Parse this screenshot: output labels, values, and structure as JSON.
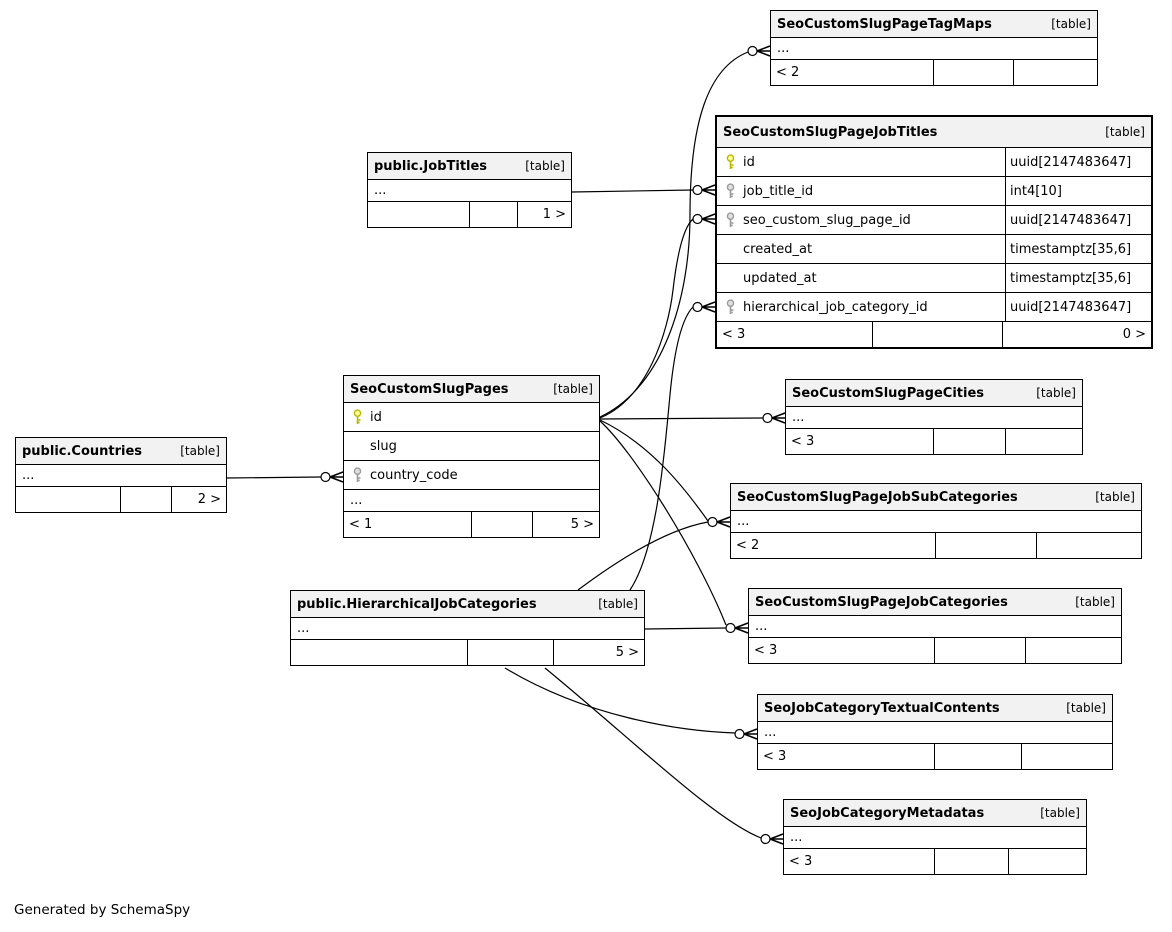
{
  "app": {
    "generator_note": "Generated by SchemaSpy"
  },
  "colors": {
    "primary_key": "#ffff99",
    "primary_key_stroke": "#b8b800",
    "foreign_key": "#e0e0e0",
    "foreign_key_stroke": "#9a9a9a",
    "header_bg": "#f2f2f2",
    "border": "#000000"
  },
  "diagram": {
    "tables": [
      {
        "id": "seo-custom-slug-page-tag-maps",
        "name": "SeoCustomSlugPageTagMaps",
        "tag": "[table]",
        "emphasized": false,
        "columns": [],
        "dots": "...",
        "footer": {
          "left": "< 2",
          "mid": "",
          "right": ""
        }
      },
      {
        "id": "seo-custom-slug-page-job-titles",
        "name": "SeoCustomSlugPageJobTitles",
        "tag": "[table]",
        "emphasized": true,
        "columns": [
          {
            "name": "id",
            "type": "uuid[2147483647]",
            "key": "pk"
          },
          {
            "name": "job_title_id",
            "type": "int4[10]",
            "key": "fk"
          },
          {
            "name": "seo_custom_slug_page_id",
            "type": "uuid[2147483647]",
            "key": "fk"
          },
          {
            "name": "created_at",
            "type": "timestamptz[35,6]",
            "key": null
          },
          {
            "name": "updated_at",
            "type": "timestamptz[35,6]",
            "key": null
          },
          {
            "name": "hierarchical_job_category_id",
            "type": "uuid[2147483647]",
            "key": "fk"
          }
        ],
        "dots": null,
        "footer": {
          "left": "< 3",
          "mid": "",
          "right": "0 >"
        }
      },
      {
        "id": "public-job-titles",
        "name": "public.JobTitles",
        "tag": "[table]",
        "emphasized": false,
        "columns": [],
        "dots": "...",
        "footer": {
          "left": "",
          "mid": "",
          "right": "1 >"
        }
      },
      {
        "id": "seo-custom-slug-pages",
        "name": "SeoCustomSlugPages",
        "tag": "[table]",
        "emphasized": false,
        "columns": [
          {
            "name": "id",
            "type": null,
            "key": "pk"
          },
          {
            "name": "slug",
            "type": null,
            "key": null
          },
          {
            "name": "country_code",
            "type": null,
            "key": "fk"
          }
        ],
        "dots": "...",
        "footer": {
          "left": "< 1",
          "mid": "",
          "right": "5 >"
        }
      },
      {
        "id": "public-countries",
        "name": "public.Countries",
        "tag": "[table]",
        "emphasized": false,
        "columns": [],
        "dots": "...",
        "footer": {
          "left": "",
          "mid": "",
          "right": "2 >"
        }
      },
      {
        "id": "seo-custom-slug-page-cities",
        "name": "SeoCustomSlugPageCities",
        "tag": "[table]",
        "emphasized": false,
        "columns": [],
        "dots": "...",
        "footer": {
          "left": "< 3",
          "mid": "",
          "right": ""
        }
      },
      {
        "id": "seo-custom-slug-page-job-sub-categories",
        "name": "SeoCustomSlugPageJobSubCategories",
        "tag": "[table]",
        "emphasized": false,
        "columns": [],
        "dots": "...",
        "footer": {
          "left": "< 2",
          "mid": "",
          "right": ""
        }
      },
      {
        "id": "public-hierarchical-job-categories",
        "name": "public.HierarchicalJobCategories",
        "tag": "[table]",
        "emphasized": false,
        "columns": [],
        "dots": "...",
        "footer": {
          "left": "",
          "mid": "",
          "right": "5 >"
        }
      },
      {
        "id": "seo-custom-slug-page-job-categories",
        "name": "SeoCustomSlugPageJobCategories",
        "tag": "[table]",
        "emphasized": false,
        "columns": [],
        "dots": "...",
        "footer": {
          "left": "< 3",
          "mid": "",
          "right": ""
        }
      },
      {
        "id": "seo-job-category-textual-contents",
        "name": "SeoJobCategoryTextualContents",
        "tag": "[table]",
        "emphasized": false,
        "columns": [],
        "dots": "...",
        "footer": {
          "left": "< 3",
          "mid": "",
          "right": ""
        }
      },
      {
        "id": "seo-job-category-metadatas",
        "name": "SeoJobCategoryMetadatas",
        "tag": "[table]",
        "emphasized": false,
        "columns": [],
        "dots": "...",
        "footer": {
          "left": "< 3",
          "mid": "",
          "right": ""
        }
      }
    ],
    "relationships": [
      {
        "from": "public.JobTitles",
        "to": "SeoCustomSlugPageJobTitles.job_title_id"
      },
      {
        "from": "public.Countries",
        "to": "SeoCustomSlugPages.country_code"
      },
      {
        "from": "SeoCustomSlugPages.id",
        "to": "SeoCustomSlugPageTagMaps"
      },
      {
        "from": "SeoCustomSlugPages.id",
        "to": "SeoCustomSlugPageJobTitles.seo_custom_slug_page_id"
      },
      {
        "from": "SeoCustomSlugPages.id",
        "to": "SeoCustomSlugPageCities"
      },
      {
        "from": "SeoCustomSlugPages.id",
        "to": "SeoCustomSlugPageJobSubCategories"
      },
      {
        "from": "SeoCustomSlugPages.id",
        "to": "SeoCustomSlugPageJobCategories"
      },
      {
        "from": "public.HierarchicalJobCategories",
        "to": "SeoCustomSlugPageJobTitles.hierarchical_job_category_id"
      },
      {
        "from": "public.HierarchicalJobCategories",
        "to": "SeoCustomSlugPageJobSubCategories"
      },
      {
        "from": "public.HierarchicalJobCategories",
        "to": "SeoCustomSlugPageJobCategories"
      },
      {
        "from": "public.HierarchicalJobCategories",
        "to": "SeoJobCategoryTextualContents"
      },
      {
        "from": "public.HierarchicalJobCategories",
        "to": "SeoJobCategoryMetadatas"
      }
    ]
  }
}
